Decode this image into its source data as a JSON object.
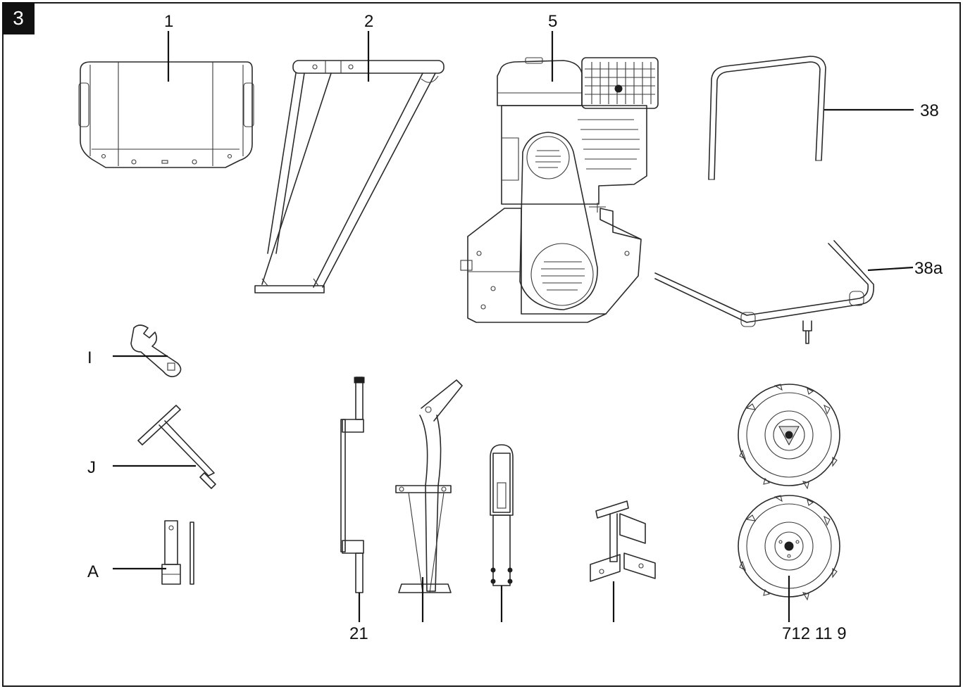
{
  "figure": {
    "number": "3"
  },
  "labels": {
    "shield": "1",
    "frame": "2",
    "engine": "5",
    "handle_upper": "38",
    "handle_lower": "38a",
    "wrench": "I",
    "t_wrench": "J",
    "socket": "A",
    "small_parts": "21",
    "wheels": "712 11 9"
  },
  "colors": {
    "ink": "#1a1a1a",
    "background": "#ffffff"
  }
}
